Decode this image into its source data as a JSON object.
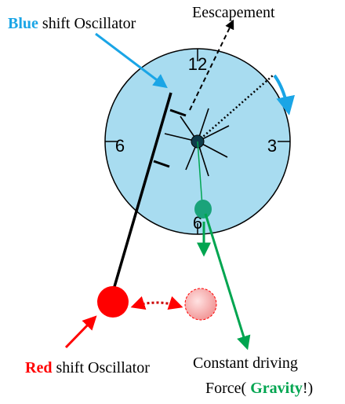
{
  "labels": {
    "blue_word": "Blue",
    "blue_rest": " shift Oscillator",
    "escapement": "Eescapement",
    "red_word": "Red",
    "red_rest": " shift Oscillator",
    "driving_line1": "Constant driving",
    "driving_line2_a": "Force( ",
    "driving_line2_gravity": "Gravity",
    "driving_line2_b": "!)"
  },
  "dial": {
    "numbers": {
      "top": "12",
      "left": "6",
      "right": "3",
      "bottom": "6"
    }
  },
  "colors": {
    "blue_label": "#1aa5e6",
    "dial_fill": "#a8dcf0",
    "red": "#ff0000",
    "red_ghost": "#f7b1b1",
    "green": "#00a550",
    "bob_green": "#1aa37a",
    "dark": "#000000"
  }
}
